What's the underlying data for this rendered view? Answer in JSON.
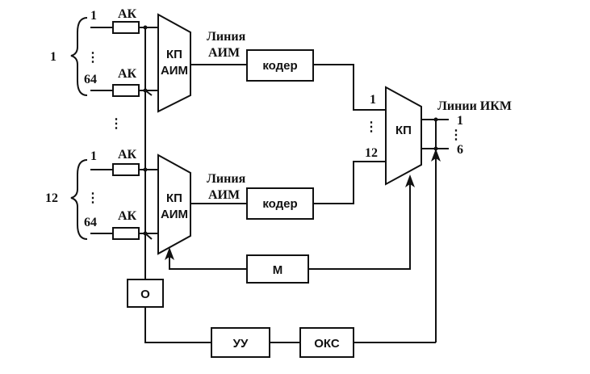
{
  "labels": {
    "ak": "АК",
    "kp_aim_top": "КП",
    "kp_aim_bottom": "АИМ",
    "line_aim_1": "Линия",
    "line_aim_2": "АИМ",
    "coder": "кодер",
    "kp": "КП",
    "lines_ikm": "Линии ИКМ",
    "m": "М",
    "o": "О",
    "uu": "УУ",
    "oks": "ОКС"
  },
  "group1": {
    "id": "1",
    "first": "1",
    "last": "64",
    "dots": "⋮"
  },
  "group12": {
    "id": "12",
    "first": "1",
    "last": "64",
    "dots": "⋮"
  },
  "between_groups_dots": "⋮",
  "kp_inputs": {
    "first": "1",
    "dots": "⋮",
    "last": "12"
  },
  "ikm_outputs": {
    "first": "1",
    "dots": "⋮",
    "last": "6"
  }
}
